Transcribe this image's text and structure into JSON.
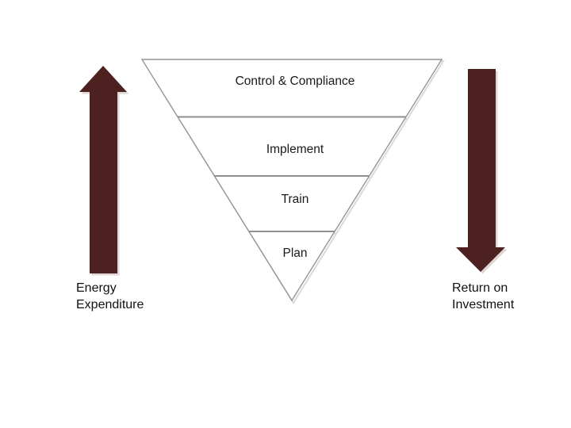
{
  "title": "Inverted pyramid process diagram",
  "colors": {
    "background": "#ffffff",
    "arrow_fill": "#4d2120",
    "outline_gray": "#949494",
    "soft_shadow": "#dcdcdc",
    "text": "#1a1a1a"
  },
  "funnel": {
    "shape": "inverted-pyramid",
    "levels": [
      {
        "label": "Control & Compliance"
      },
      {
        "label": "Implement"
      },
      {
        "label": "Train"
      },
      {
        "label": "Plan"
      }
    ]
  },
  "left_arrow": {
    "direction": "up",
    "label": "Energy Expenditure"
  },
  "right_arrow": {
    "direction": "down",
    "label": "Return on Investment"
  }
}
